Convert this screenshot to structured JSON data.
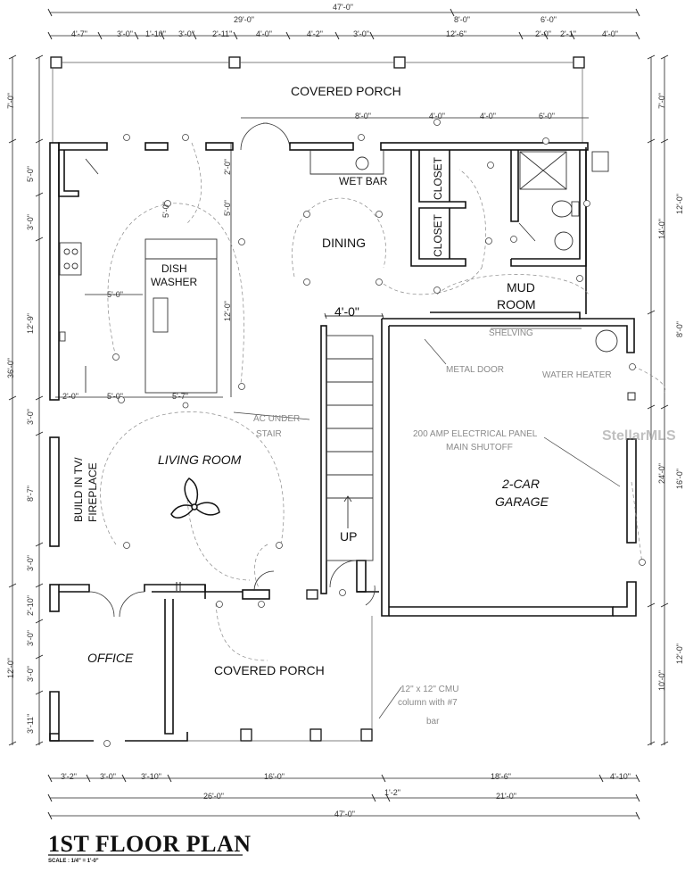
{
  "title": "1ST FLOOR PLAN",
  "scale": "SCALE : 1/4\" = 1'-0\"",
  "watermark": "StellarMLS",
  "rooms": {
    "covered_porch_top": "COVERED PORCH",
    "wet_bar": "WET BAR",
    "closet_1": "CLOSET",
    "closet_2": "CLOSET",
    "dining": "DINING",
    "dishwasher_1": "DISH",
    "dishwasher_2": "WASHER",
    "mud_room_1": "MUD",
    "mud_room_2": "ROOM",
    "living_room": "LIVING ROOM",
    "built_in": "BUILD IN TV/",
    "fireplace": "FIREPLACE",
    "up": "UP",
    "stair_width": "4'-0\"",
    "garage_1": "2-CAR",
    "garage_2": "GARAGE",
    "office": "OFFICE",
    "covered_porch_bottom": "COVERED PORCH"
  },
  "notes": {
    "under_stairs": "AC UNDER",
    "stairs": "STAIR",
    "shelving": "SHELVING",
    "metal_door": "METAL DOOR",
    "water_heater": "WATER HEATER",
    "panel": "200 AMP ELECTRICAL PANEL",
    "main_shutoff": "MAIN SHUTOFF",
    "column_1": "12\" x 12\" CMU",
    "column_2": "column with #7",
    "column_3": "bar"
  },
  "dimensions": {
    "top_overall": "47'-0\"",
    "top_left_group": "29'-0\"",
    "top_mid": "8'-0\"",
    "top_right": "6'-0\"",
    "top_row": [
      "4'-7\"",
      "3'-0\"",
      "1'-10\"",
      "3'-0\"",
      "2'-11\"",
      "4'-0\"",
      "4'-2\"",
      "3'-0\"",
      "12'-6\"",
      "2'-0\"",
      "2'-1\"",
      "4'-0\""
    ],
    "inner_top": [
      "8'-0\"",
      "4'-0\"",
      "4'-0\"",
      "6'-0\""
    ],
    "kitchen_v": [
      "2'-0\"",
      "5'-0\"",
      "12'-0\""
    ],
    "kitchen_h": [
      "5'-0\"",
      "2'-0\"",
      "5'-0\"",
      "5'-7\""
    ],
    "left": [
      "7'-0\"",
      "5'-0\"",
      "3'-0\"",
      "12'-9\"",
      "36'-0\"",
      "3'-0\"",
      "8'-7\"",
      "3'-0\"",
      "2'-10\"",
      "3'-0\"",
      "3'-0\"",
      "12'-0\"",
      "3'-11\""
    ],
    "right": [
      "7'-0\"",
      "12'-0\"",
      "14'-0\"",
      "8'-0\"",
      "24'-0\"",
      "16'-0\"",
      "10'-0\"",
      "12'-0\""
    ],
    "bottom_row": [
      "3'-2\"",
      "3'-0\"",
      "3'-10\"",
      "16'-0\"",
      "18'-6\"",
      "4'-10\""
    ],
    "bottom_mid": [
      "26'-0\"",
      "1'-2\"",
      "21'-0\""
    ],
    "bottom_overall": "47'-0\""
  }
}
